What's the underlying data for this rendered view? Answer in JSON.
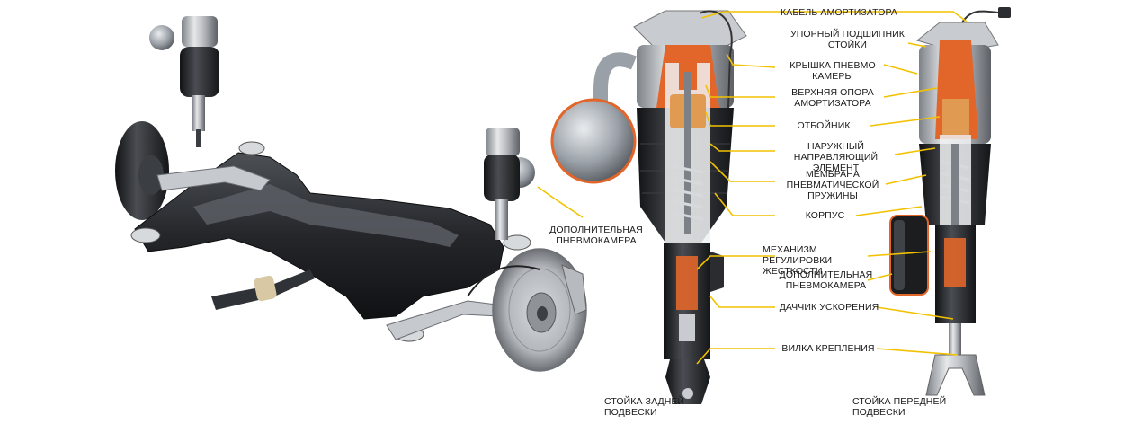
{
  "diagram": {
    "labels": {
      "shock_cable": "КАБЕЛЬ АМОРТИЗАТОРА",
      "strut_thrust_bearing": "УПОРНЫЙ ПОДШИПНИК\nСТОЙКИ",
      "air_chamber_cover": "КРЫШКА ПНЕВМО\nКАМЕРЫ",
      "upper_shock_mount": "ВЕРХНЯЯ ОПОРА\nАМОРТИЗАТОРА",
      "bump_stop": "ОТБОЙНИК",
      "outer_guide_element": "НАРУЖНЫЙ\nНАПРАВЛЯЮЩИЙ ЭЛЕМЕНТ",
      "air_spring_membrane": "МЕМБРАНА\nПНЕВМАТИЧЕСКОЙ\nПРУЖИНЫ",
      "housing": "КОРПУС",
      "stiffness_control_mechanism": "МЕХАНИЗМ РЕГУЛИРОВКИ\nЖЕСТКОСТИ",
      "additional_air_chamber_center": "ДОПОЛНИТЕЛЬНАЯ\nПНЕВМОКАМЕРА",
      "acceleration_sensor": "ДАЧЧИК УСКОРЕНИЯ",
      "mounting_fork": "ВИЛКА КРЕПЛЕНИЯ",
      "additional_air_chamber_left": "ДОПОЛНИТЕЛЬНАЯ\nПНЕВМОКАМЕРА",
      "rear_strut": "СТОЙКА ЗАДНЕЙ\nПОДВЕСКИ",
      "front_strut": "СТОЙКА ПЕРЕДНЕЙ\nПОДВЕСКИ"
    },
    "colors": {
      "leader": "#f2c200",
      "metal_dark": "#2b2d30",
      "metal_light": "#c9cdd2",
      "cutaway_orange": "#e2662a",
      "rubber": "#1e1f21",
      "chrome": "#a8adb3"
    }
  }
}
